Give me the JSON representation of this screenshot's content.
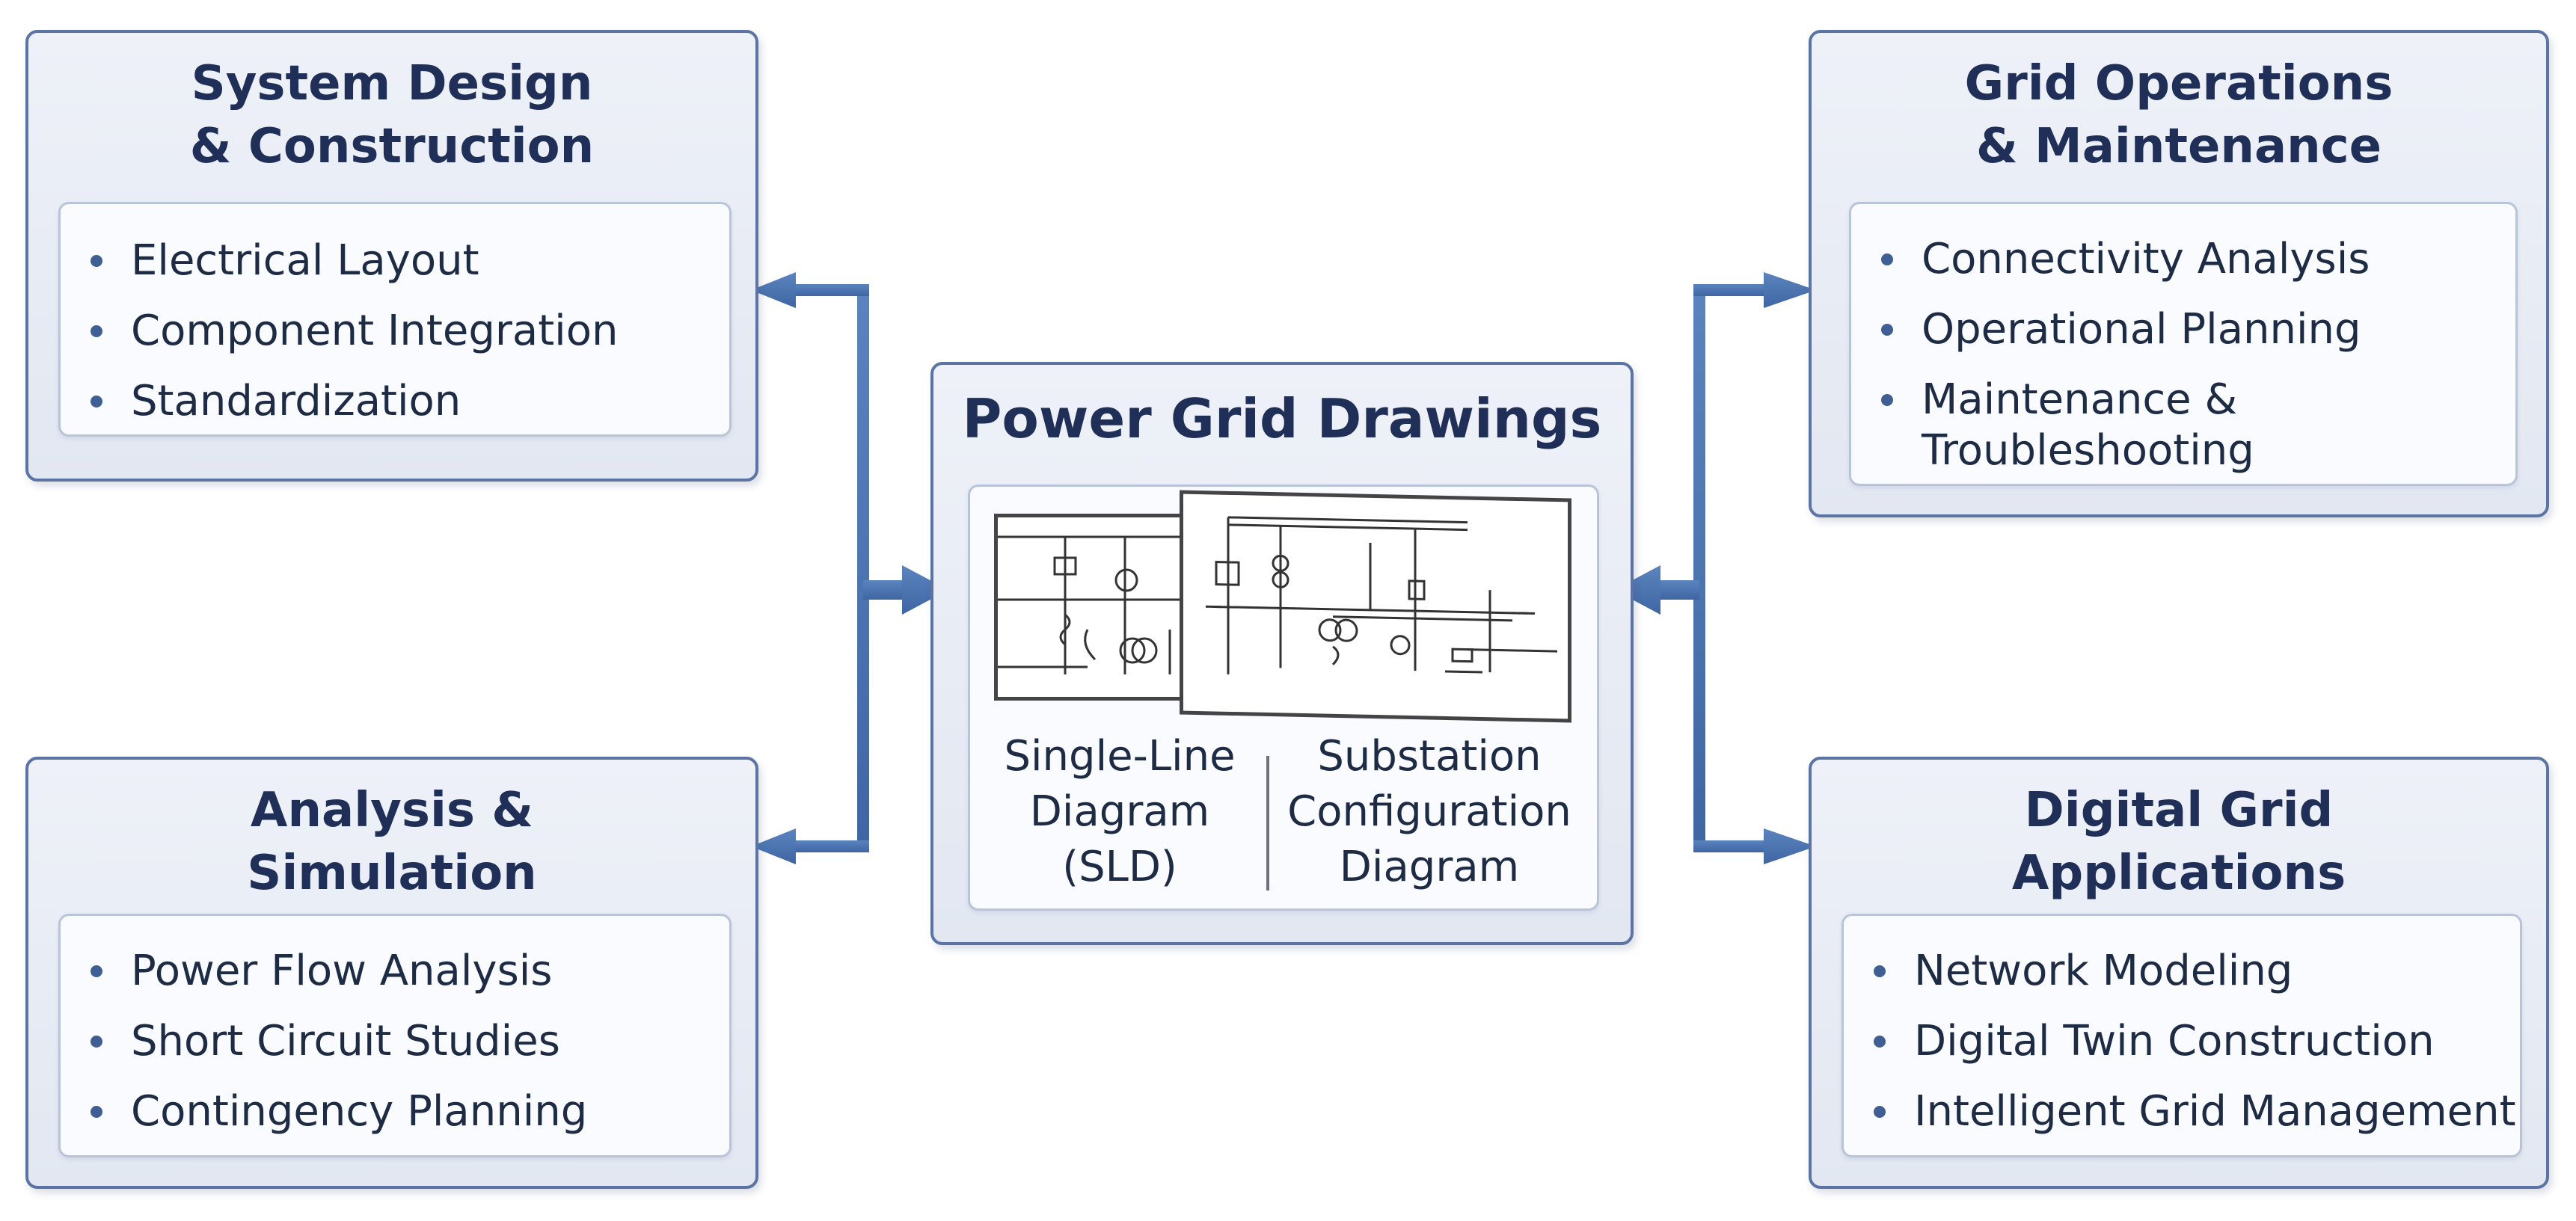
{
  "center": {
    "title": "Power Grid Drawings",
    "left_caption": [
      "Single-Line",
      "Diagram",
      "(SLD)"
    ],
    "right_caption": [
      "Substation",
      "Configuration",
      "Diagram"
    ]
  },
  "boxes": {
    "design": {
      "title": [
        "System Design",
        "& Construction"
      ],
      "items": [
        "Electrical Layout",
        "Component Integration",
        "Standardization"
      ]
    },
    "analysis": {
      "title": [
        "Analysis &",
        "Simulation"
      ],
      "items": [
        "Power Flow Analysis",
        "Short Circuit Studies",
        "Contingency Planning"
      ]
    },
    "ops": {
      "title": [
        "Grid Operations",
        "& Maintenance"
      ],
      "items": [
        "Connectivity Analysis",
        "Operational Planning",
        "Maintenance &",
        "Troubleshooting"
      ]
    },
    "digital": {
      "title": [
        "Digital Grid",
        "Applications"
      ],
      "items": [
        "Network Modeling",
        "Digital Twin Construction",
        "Intelligent Grid Management"
      ]
    }
  },
  "colors": {
    "box_border": "#5b74a3",
    "arrow": "#4a72ad",
    "title_text": "#1f2f57"
  }
}
